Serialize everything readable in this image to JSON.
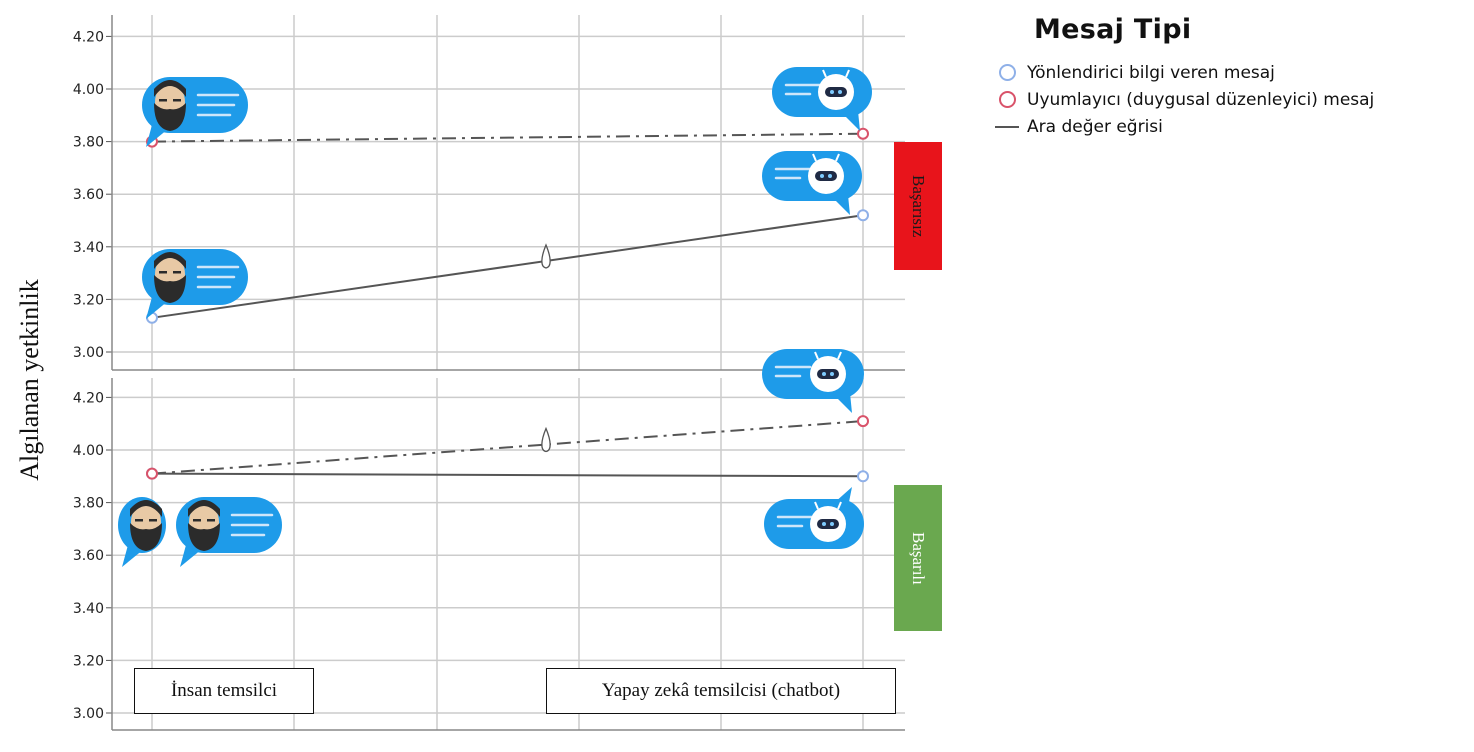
{
  "ylabel": "Algılanan yetkinlik",
  "legend": {
    "title": "Mesaj Tipi",
    "items": [
      {
        "label": "Yönlendirici bilgi veren mesaj",
        "kind": "circle",
        "color": "#8fb0e8"
      },
      {
        "label": "Uyumlayıcı (duygusal düzenleyici) mesaj",
        "kind": "circle",
        "color": "#d9536a"
      },
      {
        "label": "Ara değer eğrisi",
        "kind": "line",
        "color": "#555555"
      }
    ]
  },
  "x_labels": {
    "left": "İnsan temsilci",
    "right": "Yapay  zekâ temsilcisi (chatbot)"
  },
  "panel_labels": {
    "top": {
      "text": "Başarısız",
      "color": "#e8141b",
      "text_color": "#1a1a1a"
    },
    "bottom": {
      "text": "Başarılı",
      "color": "#6aa84f",
      "text_color": "#ffffff"
    }
  },
  "colors": {
    "bubble": "#1e9be9",
    "face_skin": "#e8c9a5",
    "beard": "#2b2b2b",
    "grid": "#cccccc"
  },
  "chart_data": [
    {
      "type": "line",
      "panel": "top",
      "categories": [
        "İnsan temsilci",
        "Yapay  zekâ temsilcisi (chatbot)"
      ],
      "ylim": [
        2.95,
        4.25
      ],
      "yticks": [
        "3.00",
        "3.20",
        "3.40",
        "3.60",
        "3.80",
        "4.00",
        "4.20"
      ],
      "series": [
        {
          "name": "Yönlendirici bilgi veren mesaj",
          "values": [
            3.13,
            3.52
          ],
          "style": "solid",
          "marker_color": "#8fb0e8"
        },
        {
          "name": "Uyumlayıcı (duygusal düzenleyici) mesaj",
          "values": [
            3.8,
            3.83
          ],
          "style": "dashdot",
          "marker_color": "#d9536a"
        }
      ]
    },
    {
      "type": "line",
      "panel": "bottom",
      "categories": [
        "İnsan temsilci",
        "Yapay  zekâ temsilcisi (chatbot)"
      ],
      "ylim": [
        2.95,
        4.25
      ],
      "yticks": [
        "3.00",
        "3.20",
        "3.40",
        "3.60",
        "3.80",
        "4.00",
        "4.20"
      ],
      "series": [
        {
          "name": "Yönlendirici bilgi veren mesaj",
          "values": [
            3.91,
            3.9
          ],
          "style": "solid",
          "marker_color": "#8fb0e8"
        },
        {
          "name": "Uyumlayıcı (duygusal düzenleyici) mesaj",
          "values": [
            3.91,
            4.11
          ],
          "style": "dashdot",
          "marker_color": "#d9536a"
        }
      ]
    }
  ]
}
